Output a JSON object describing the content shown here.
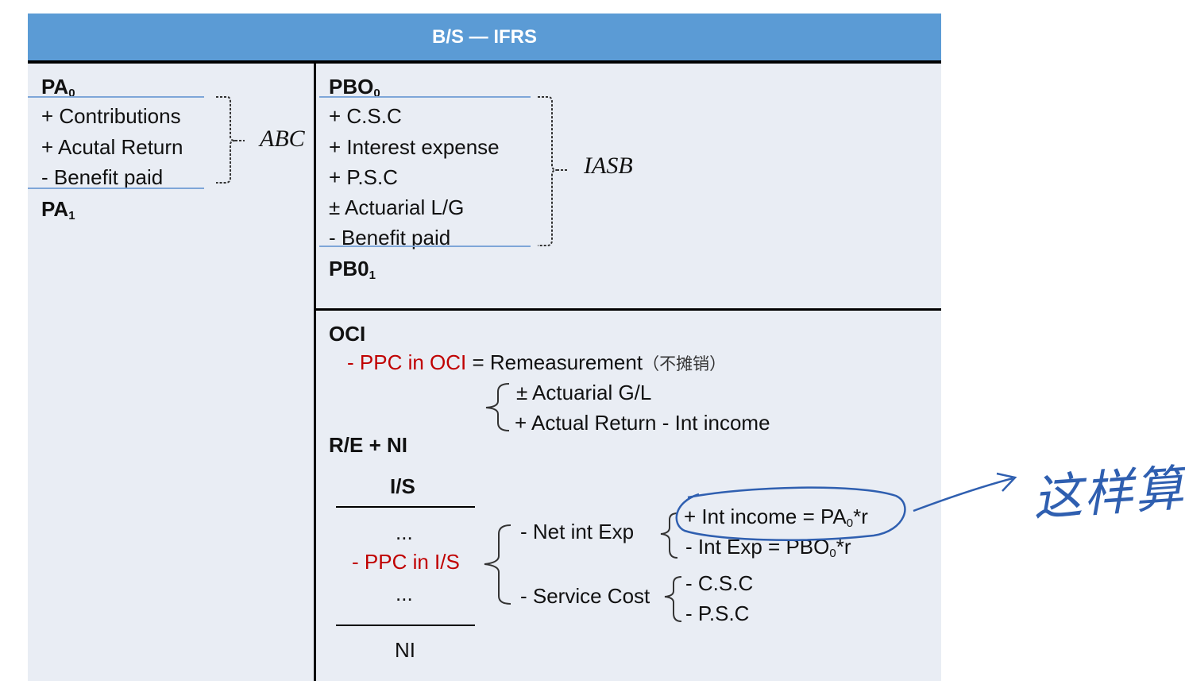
{
  "header": {
    "title": "B/S — IFRS"
  },
  "left": {
    "pa0": {
      "base": "PA",
      "sub": "0"
    },
    "items": [
      "+ Contributions",
      "+ Acutal Return",
      "-  Benefit paid"
    ],
    "pa1": {
      "base": "PA",
      "sub": "1"
    },
    "brace_label": "ABC"
  },
  "right_top": {
    "pbo0": {
      "base": "PBO",
      "sub": "0"
    },
    "items": [
      "+ C.S.C",
      "+ Interest expense",
      "+ P.S.C",
      "± Actuarial L/G",
      "-  Benefit paid"
    ],
    "pbo1": {
      "base": "PB0",
      "sub": "1"
    },
    "brace_label": "IASB"
  },
  "oci": {
    "title": "OCI",
    "ppc_label": "- PPC in OCI",
    "equals": " = Remeasurement",
    "note": "（不摊销）",
    "items": [
      "± Actuarial G/L",
      "+ Actual Return - Int income"
    ]
  },
  "re": {
    "title": "R/E  + NI"
  },
  "is": {
    "title": "I/S",
    "dots_top": "...",
    "ppc_label": "- PPC in I/S",
    "dots_bottom": "...",
    "ni": "NI",
    "net_int_exp": "- Net int Exp",
    "int_income": {
      "prefix": "+ Int income =  PA",
      "sub": "0",
      "suffix": "*r"
    },
    "int_exp": {
      "prefix": "-  Int Exp = PBO",
      "sub": "0",
      "suffix": "*r"
    },
    "service_cost": "- Service Cost",
    "service_items": [
      "-  C.S.C",
      "-  P.S.C"
    ]
  },
  "handwriting": {
    "note": "这样算"
  },
  "colors": {
    "header": "#5b9bd5",
    "panel": "#e9edf4",
    "accent_red": "#c00000",
    "ink_blue": "#2f5fb0",
    "underline": "#7ea6d8"
  }
}
